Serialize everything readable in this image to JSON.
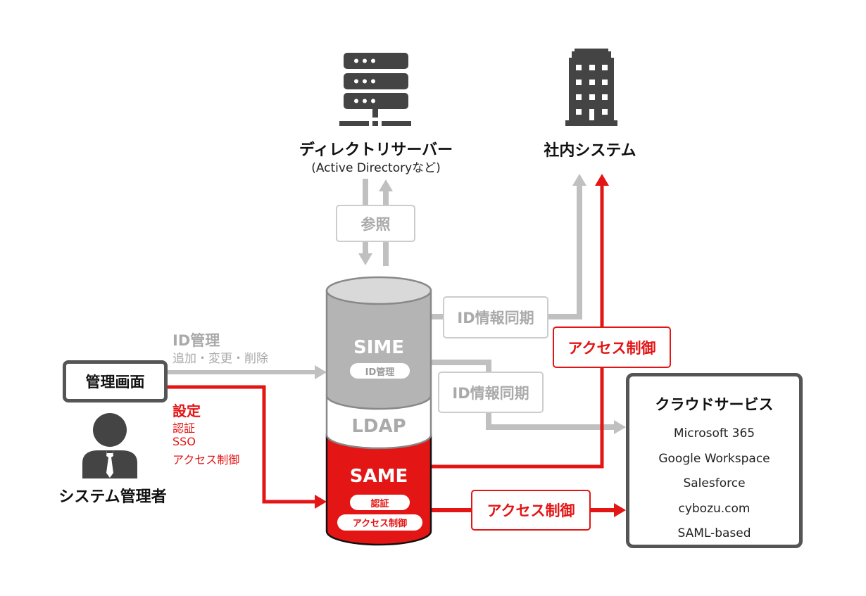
{
  "directory_server": {
    "icon": "server-rack-icon",
    "title": "ディレクトリサーバー",
    "subtitle": "(Active Directoryなど)"
  },
  "internal_system": {
    "icon": "office-building-icon",
    "title": "社内システム"
  },
  "reference_box": {
    "label": "参照"
  },
  "cylinder": {
    "sime": {
      "title": "SIME",
      "badge": "ID管理"
    },
    "ldap": {
      "title": "LDAP"
    },
    "same": {
      "title": "SAME",
      "badges": [
        "認証",
        "アクセス制御"
      ]
    }
  },
  "id_sync_top": {
    "label": "ID情報同期"
  },
  "id_sync_bottom": {
    "label": "ID情報同期"
  },
  "access_control_top": {
    "label": "アクセス制御"
  },
  "access_control_bottom": {
    "label": "アクセス制御"
  },
  "admin_screen": {
    "label": "管理画面"
  },
  "admin_user": {
    "icon": "business-person-icon",
    "label": "システム管理者"
  },
  "id_management": {
    "title": "ID管理",
    "detail": "追加・変更・削除"
  },
  "settings": {
    "title": "設定",
    "items": [
      "認証",
      "SSO",
      "アクセス制御"
    ]
  },
  "cloud_services": {
    "title": "クラウドサービス",
    "items": [
      "Microsoft 365",
      "Google Workspace",
      "Salesforce",
      "cybozu.com",
      "SAML-based"
    ]
  },
  "colors": {
    "accent_red": "#e41515",
    "line_gray": "#c0c0c0",
    "icon_dark": "#444444",
    "sime_gray": "#b4b4b4"
  }
}
